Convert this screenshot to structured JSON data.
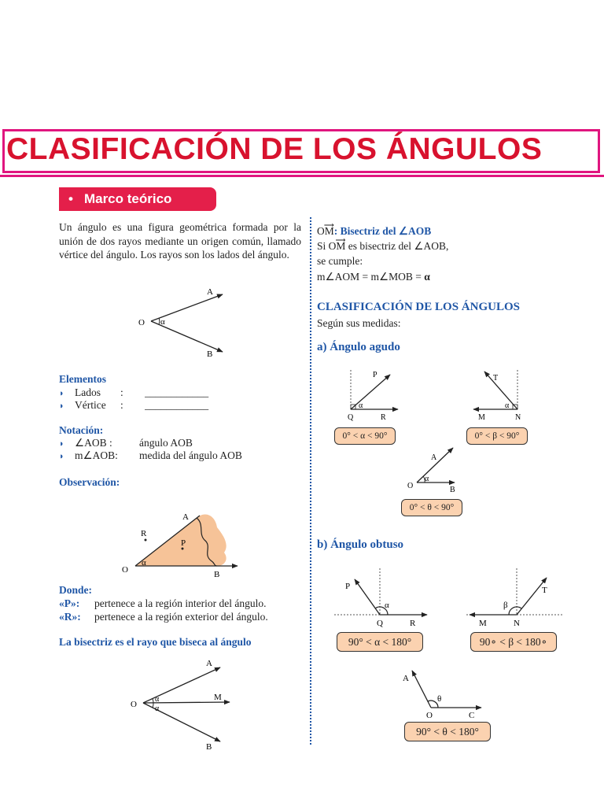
{
  "title": "CLASIFICACIÓN DE LOS ÁNGULOS",
  "marco": {
    "bullet": "•",
    "label": "Marco teórico"
  },
  "intro": "Un ángulo es una figura geométrica formada por la unión de dos rayos mediante un origen común, llamado vértice del ángulo. Los rayos son los lados del ángulo.",
  "elementos": {
    "heading": "Elementos",
    "items": [
      {
        "label": "Lados",
        "sep": ":",
        "blank": "____________"
      },
      {
        "label": "Vértice",
        "sep": ":",
        "blank": "____________"
      }
    ]
  },
  "notacion": {
    "heading": "Notación:",
    "items": [
      {
        "symbol": "∠AOB :",
        "meaning": "ángulo AOB"
      },
      {
        "symbol": "m∠AOB:",
        "meaning": "medida del ángulo AOB"
      }
    ]
  },
  "observacion": {
    "heading": "Observación:"
  },
  "donde": {
    "heading": "Donde:",
    "items": [
      {
        "key": "«P»:",
        "text": "pertenece a la región interior del ángulo."
      },
      {
        "key": "«R»:",
        "text": "pertenece a la región exterior del ángulo."
      }
    ]
  },
  "bisectriz_note": "La bisectriz es el rayo que biseca al ángulo",
  "right": {
    "om_label": "OM",
    "bisectriz_title": ": Bisectriz del ∠AOB",
    "si": "Si",
    "si_rest": "es bisectriz del ∠AOB,",
    "se_cumple": "se cumple:",
    "equation": "m∠AOM = m∠MOB = ",
    "alpha": "α",
    "clasif_heading": "CLASIFICACIÓN DE LOS ÁNGULOS",
    "segun": "Según sus medidas:",
    "agudo_heading": "a)  Ángulo agudo",
    "obtuso_heading": "b)  Ángulo obtuso"
  },
  "formulas": {
    "agudo_alpha": "0° < α < 90°",
    "agudo_beta": "0° < β < 90°",
    "agudo_theta": "0° < θ < 90°",
    "obtuso_alpha": "90° < α < 180°",
    "obtuso_beta": "90∘ < β < 180∘",
    "obtuso_theta": "90° < θ < 180°"
  },
  "labels": {
    "A": "A",
    "B": "B",
    "O": "O",
    "M": "M",
    "N": "N",
    "P": "P",
    "Q": "Q",
    "R": "R",
    "T": "T",
    "C": "C",
    "alpha": "α",
    "beta": "β",
    "theta": "θ"
  },
  "colors": {
    "title": "#d8122e",
    "frame": "#e0157f",
    "blue": "#1f56a6",
    "shade": "#f6c398",
    "formula_bg": "#fbd2b0"
  }
}
